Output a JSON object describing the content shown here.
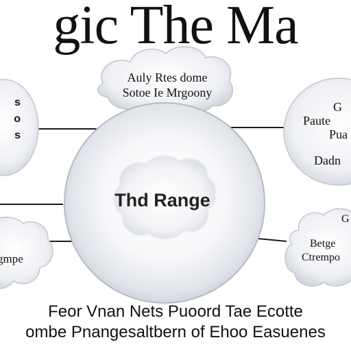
{
  "title": "gic The Ma",
  "clouds": {
    "top": {
      "line1": "Auly Rtes dome",
      "line2": "Sotoe Ie Mrgoony"
    },
    "center": {
      "label": "Thd Range"
    },
    "left_top": {
      "line1": "s",
      "line2": "o",
      "line3": "s"
    },
    "right_top": {
      "line1": "G",
      "line2": "Paute",
      "line3": "Pua",
      "line4": "Dadn"
    },
    "left_bottom": {
      "line1": "gmpe"
    },
    "right_bottom": {
      "line1": "G",
      "line2": "Betge",
      "line3": "Ctrempo"
    }
  },
  "footer": {
    "line1": "Feor Vnan Nets Puoord Tae Ecotte",
    "line2": "ombe Pnangesaltbern of Ehoo Easuenes"
  },
  "colors": {
    "line": "#1a1a1a",
    "cloud_fill": "#eceef2",
    "cloud_edge": "#b9bcc4",
    "text": "#111111"
  }
}
